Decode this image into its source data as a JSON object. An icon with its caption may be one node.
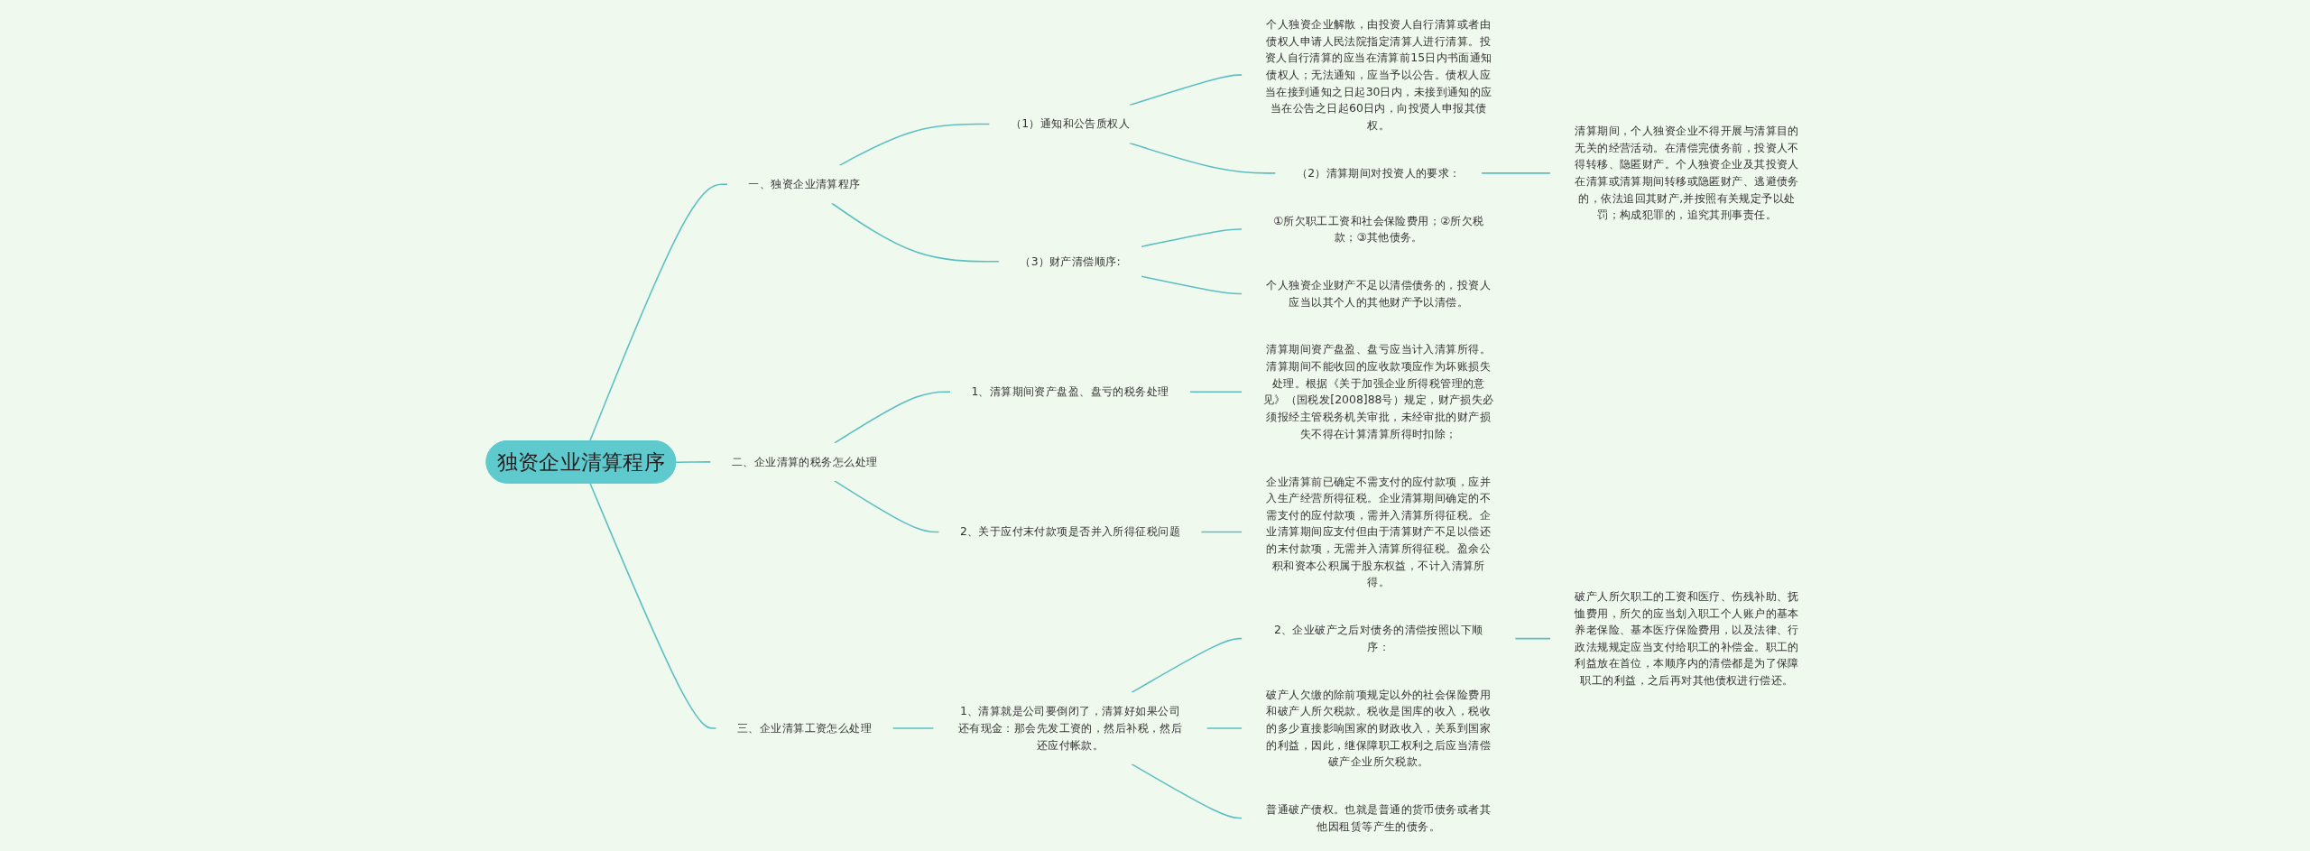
{
  "diagram": {
    "nodes": [
      {
        "text": [
          "独资企业清算程序"
        ]
      },
      {
        "text": [
          "一、独资企业清算程序"
        ]
      },
      {
        "text": [
          "（1）通知和公告质权人"
        ]
      },
      {
        "text": [
          "个人独资企业解散，由投资人自行清算或者由债权人申请人民法院指定清算人进行清算。投资人自行清算的应当在清算前15日内书面通知债权人；无法通知，应当予以公告。债权人应当在接到通知之日起30日内，未接到通知的应当在公告之日起60日内，向投贤人申报其债权。"
        ]
      },
      {
        "text": [
          "（2）清算期间对投资人的要求："
        ]
      },
      {
        "text": [
          "清算期间，个人独资企业不得开展与清算目的无关的经营活动。在清偿完债务前，投资人不得转移、隐匿财产。个人独资企业及其投资人在清算或清算期间转移或隐匿财产、逃避债务的，依法追回其财产,并按照有关规定予以处罚；构成犯罪的，追究其刑事责任。"
        ]
      },
      {
        "text": [
          "（3）财产清偿顺序:"
        ]
      },
      {
        "text": [
          "①所欠职工工资和社会保险费用；②所欠税款；③其他债务。"
        ]
      },
      {
        "text": [
          "个人独资企业财产不足以清偿债务的，投资人应当以其个人的其他财产予以清偿。"
        ]
      },
      {
        "text": [
          "二、企业清算的税务怎么处理"
        ]
      },
      {
        "text": [
          "1、清算期间资产盘盈、盘亏的税务处理"
        ]
      },
      {
        "text": [
          "清算期间资产盘盈、盘亏应当计入清算所得。清算期间不能收回的应收款项应作为坏账损失处理。根据《关于加强企业所得税管理的意见》（国税发[2008]88号）规定，财产损失必须报经主管税务机关审批，未经审批的财产损失不得在计算清算所得时扣除；"
        ]
      },
      {
        "text": [
          "2、关于应付末付款项是否并入所得征税问题"
        ]
      },
      {
        "text": [
          "企业清算前已确定不需支付的应付款项，应并入生产经营所得征税。企业清算期间确定的不需支付的应付款项，需并入清算所得征税。企业清算期间应支付但由于清算财产不足以偿还的末付款项，无需并入清算所得征税。盈余公积和资本公积属于股东权益，不计入清算所得。"
        ]
      },
      {
        "text": [
          "三、企业清算工资怎么处理"
        ]
      },
      {
        "text": [
          "1、清算就是公司要倒闭了，清算好如果公司还有现金：那会先发工资的，然后补税，然后还应付帐款。"
        ]
      },
      {
        "text": [
          "2、企业破产之后对债务的清偿按照以下顺序："
        ]
      },
      {
        "text": [
          "破产人所欠职工的工资和医疗、伤残补助、抚恤费用，所欠的应当划入职工个人账户的基本养老保险、基本医疗保险费用，以及法律、行政法规规定应当支付给职工的补偿金。职工的利益放在首位，本顺序内的清偿都是为了保障职工的利益，之后再对其他债权进行偿还。"
        ]
      },
      {
        "text": [
          "破产人欠缴的除前项规定以外的社会保险费用和破产人所欠税款。税收是国库的收入，税收的多少直接影响国家的财政收入，关系到国家的利益，因此，继保障职工权利之后应当清偿破产企业所欠税款。"
        ]
      },
      {
        "text": [
          "普通破产债权。也就是普通的货币债务或者其他因租赁等产生的债务。"
        ]
      }
    ],
    "edges": [
      {
        "from": 0,
        "to": 1,
        "arrow": "none"
      },
      {
        "from": 1,
        "to": 2,
        "arrow": "none"
      },
      {
        "from": 2,
        "to": 3,
        "arrow": "none"
      },
      {
        "from": 2,
        "to": 4,
        "arrow": "none"
      },
      {
        "from": 4,
        "to": 5,
        "arrow": "none"
      },
      {
        "from": 1,
        "to": 6,
        "arrow": "none"
      },
      {
        "from": 6,
        "to": 7,
        "arrow": "none"
      },
      {
        "from": 6,
        "to": 8,
        "arrow": "none"
      },
      {
        "from": 0,
        "to": 9,
        "arrow": "none"
      },
      {
        "from": 9,
        "to": 10,
        "arrow": "none"
      },
      {
        "from": 10,
        "to": 11,
        "arrow": "none"
      },
      {
        "from": 9,
        "to": 12,
        "arrow": "none"
      },
      {
        "from": 12,
        "to": 13,
        "arrow": "none"
      },
      {
        "from": 0,
        "to": 14,
        "arrow": "none"
      },
      {
        "from": 14,
        "to": 15,
        "arrow": "none"
      },
      {
        "from": 15,
        "to": 16,
        "arrow": "none"
      },
      {
        "from": 16,
        "to": 17,
        "arrow": "none"
      },
      {
        "from": 15,
        "to": 18,
        "arrow": "none"
      },
      {
        "from": 15,
        "to": 19,
        "arrow": "none"
      }
    ]
  }
}
